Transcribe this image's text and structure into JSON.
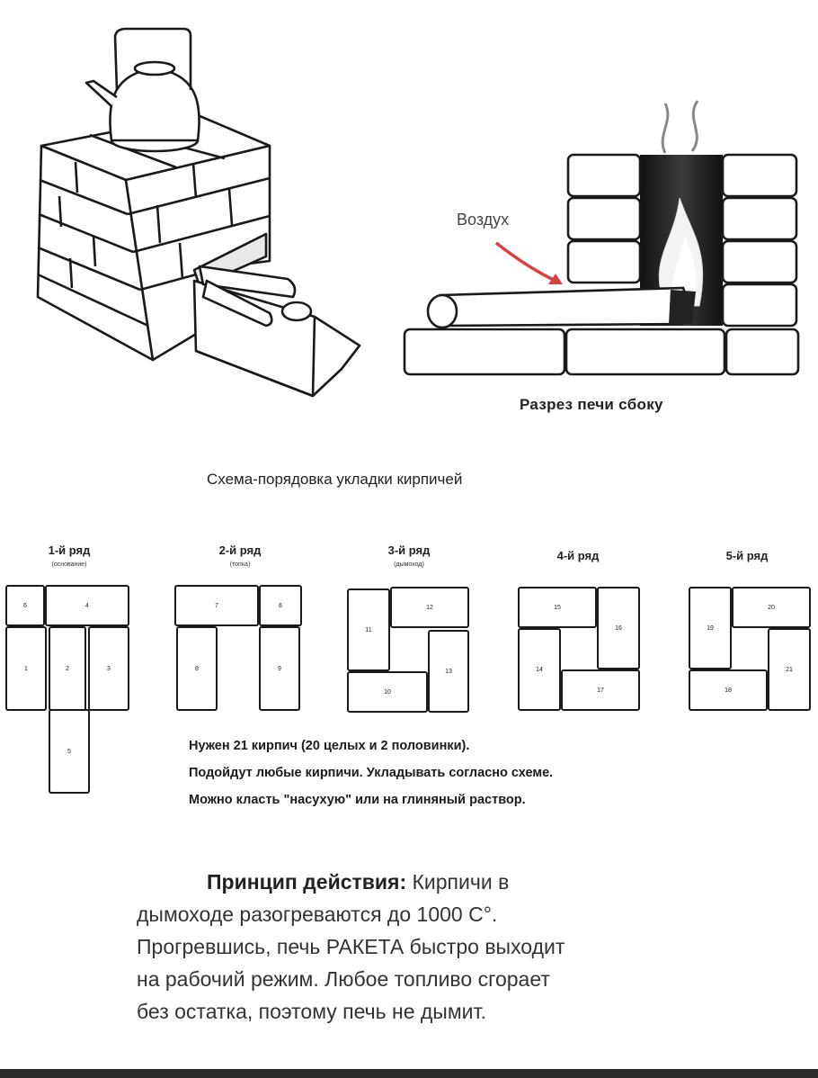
{
  "side_view": {
    "air_label": "Воздух",
    "caption": "Разрез печи сбоку"
  },
  "scheme": {
    "title": "Схема-порядовка укладки кирпичей",
    "rows": [
      {
        "title": "1-й ряд",
        "subtitle": "(основание)",
        "bricks": [
          "6",
          "4",
          "1",
          "2",
          "3",
          "5"
        ]
      },
      {
        "title": "2-й ряд",
        "subtitle": "(топка)",
        "bricks": [
          "7",
          "6",
          "8",
          "9"
        ]
      },
      {
        "title": "3-й ряд",
        "subtitle": "(дымоход)",
        "bricks": [
          "11",
          "12",
          "10",
          "13"
        ]
      },
      {
        "title": "4-й ряд",
        "subtitle": "",
        "bricks": [
          "15",
          "16",
          "14",
          "17"
        ]
      },
      {
        "title": "5-й ряд",
        "subtitle": "",
        "bricks": [
          "19",
          "20",
          "18",
          "21"
        ]
      }
    ]
  },
  "notes": [
    "Нужен 21 кирпич (20 целых и 2 половинки).",
    "Подойдут любые кирпичи.  Укладывать согласно схеме.",
    "Можно класть \"насухую\" или на глиняный раствор."
  ],
  "principle": {
    "heading": "Принцип действия:",
    "lines": [
      "Кирпичи в",
      "дымоходе разогреваются до 1000 С°.",
      "Прогревшись, печь РАКЕТА быстро выходит",
      "на рабочий режим. Любое топливо сгорает",
      "без остатка, поэтому печь не дымит."
    ]
  }
}
